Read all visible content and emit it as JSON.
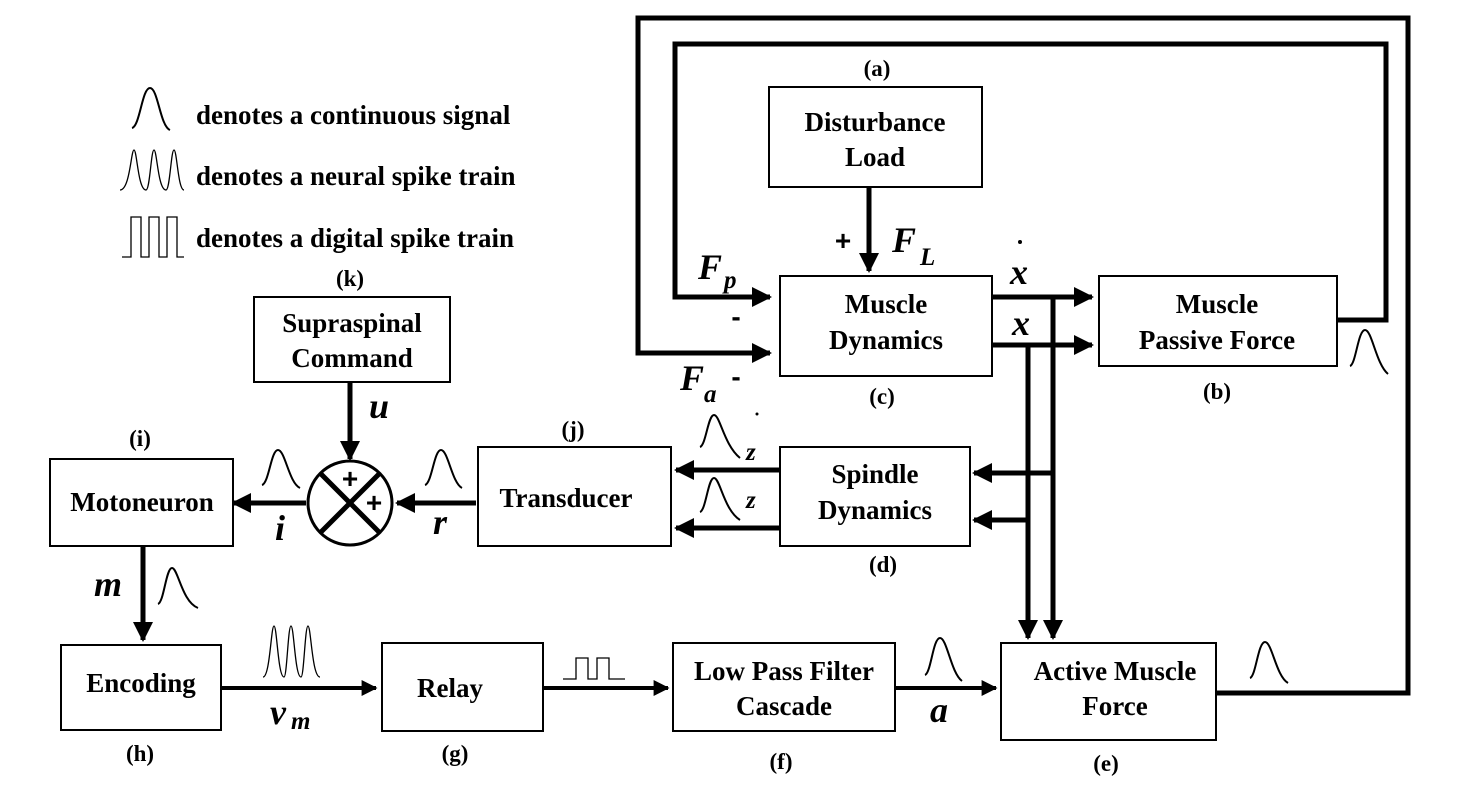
{
  "legend": {
    "continuous": "denotes a continuous signal",
    "neural": "denotes a neural spike train",
    "digital": "denotes a digital spike train"
  },
  "blocks": {
    "a": {
      "tag": "(a)",
      "line1": "Disturbance",
      "line2": "Load"
    },
    "b": {
      "tag": "(b)",
      "line1": "Muscle",
      "line2": "Passive Force"
    },
    "c": {
      "tag": "(c)",
      "line1": "Muscle",
      "line2": "Dynamics"
    },
    "d": {
      "tag": "(d)",
      "line1": "Spindle",
      "line2": "Dynamics"
    },
    "e": {
      "tag": "(e)",
      "line1": "Active Muscle",
      "line2": "Force"
    },
    "f": {
      "tag": "(f)",
      "line1": "Low Pass Filter",
      "line2": "Cascade"
    },
    "g": {
      "tag": "(g)",
      "line1": "Relay"
    },
    "h": {
      "tag": "(h)",
      "line1": "Encoding"
    },
    "i": {
      "tag": "(i)",
      "line1": "Motoneuron"
    },
    "j": {
      "tag": "(j)",
      "line1": "Transducer"
    },
    "k": {
      "tag": "(k)",
      "line1": "Supraspinal",
      "line2": "Command"
    }
  },
  "signals": {
    "Fp": "F",
    "Fp_sub": "p",
    "Fa": "F",
    "Fa_sub": "a",
    "FL": "F",
    "FL_sub": "L",
    "xdot": "x",
    "x": "x",
    "zdot": "z",
    "z": "z",
    "u": "u",
    "r": "r",
    "i": "i",
    "m": "m",
    "vm": "v",
    "vm_sub": "m",
    "a": "a"
  },
  "signs": {
    "load_plus": "+",
    "passive_minus": "-",
    "active_minus": "-",
    "sum_top": "+",
    "sum_right": "+"
  }
}
